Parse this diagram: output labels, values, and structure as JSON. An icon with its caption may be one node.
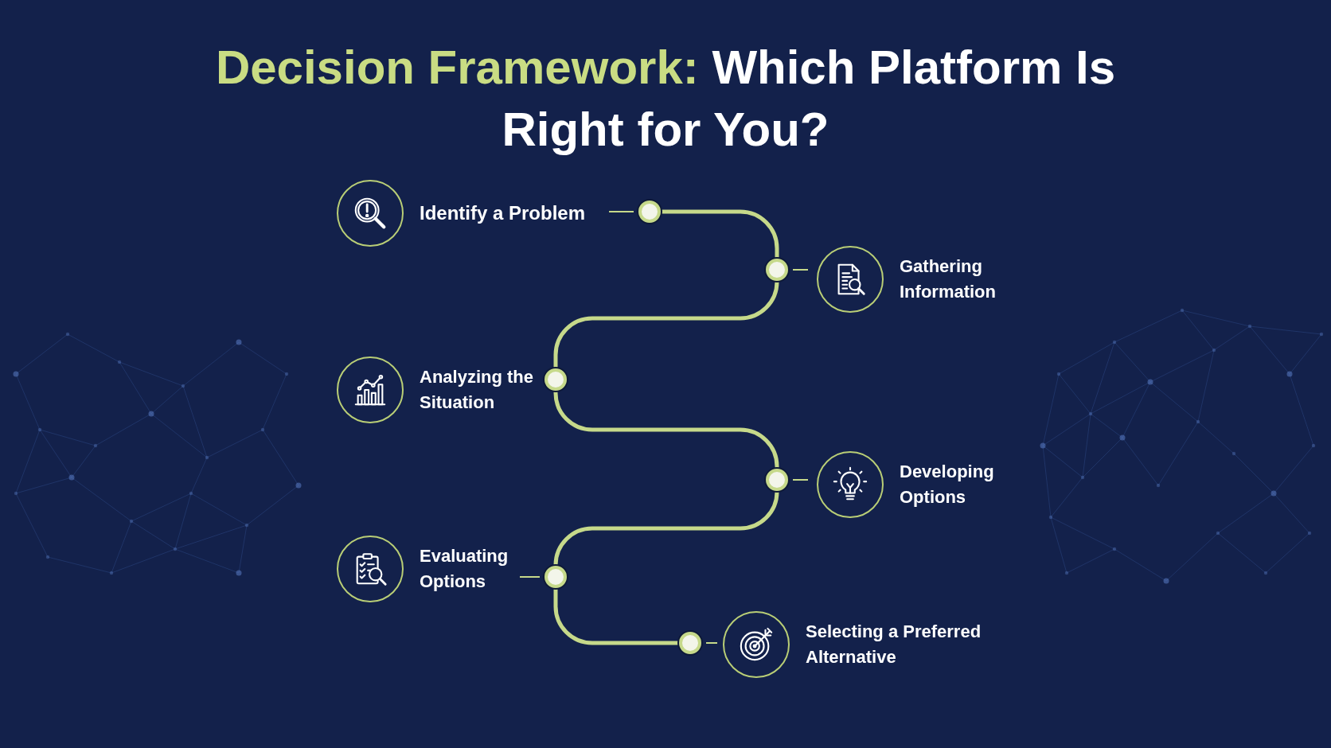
{
  "diagram": {
    "title": "**Decision Framework:** Which Platform Is Right for You?",
    "nodes": [
      {
        "text": [
          "Identify a Problem"
        ]
      },
      {
        "text": [],
        "shape": "circle"
      },
      {
        "text": [],
        "shape": "circle"
      },
      {
        "text": [
          "Gathering Information"
        ]
      },
      {
        "text": [
          "Analyzing the Situation"
        ]
      },
      {
        "text": [],
        "shape": "circle"
      },
      {
        "text": [],
        "shape": "circle"
      },
      {
        "text": [
          "Developing Options"
        ]
      },
      {
        "text": [
          "Evaluating Options"
        ]
      },
      {
        "text": [],
        "shape": "circle"
      },
      {
        "text": [],
        "shape": "circle"
      },
      {
        "text": [
          "Selecting a Preferred Alternative"
        ]
      }
    ],
    "edges": [
      {
        "from": 1,
        "to": 2,
        "arrow": "none",
        "style": "thick"
      },
      {
        "from": 2,
        "to": 5,
        "arrow": "none",
        "style": "thick"
      },
      {
        "from": 5,
        "to": 6,
        "arrow": "none",
        "style": "thick"
      },
      {
        "from": 6,
        "to": 9,
        "arrow": "none",
        "style": "thick"
      },
      {
        "from": 9,
        "to": 10,
        "arrow": "none",
        "style": "thick"
      },
      {
        "from": 0,
        "to": 1,
        "arrow": "none"
      },
      {
        "from": 2,
        "to": 3,
        "arrow": "none"
      },
      {
        "from": 6,
        "to": 7,
        "arrow": "none"
      },
      {
        "from": 8,
        "to": 9,
        "arrow": "none"
      },
      {
        "from": 10,
        "to": 11,
        "arrow": "none"
      }
    ]
  }
}
